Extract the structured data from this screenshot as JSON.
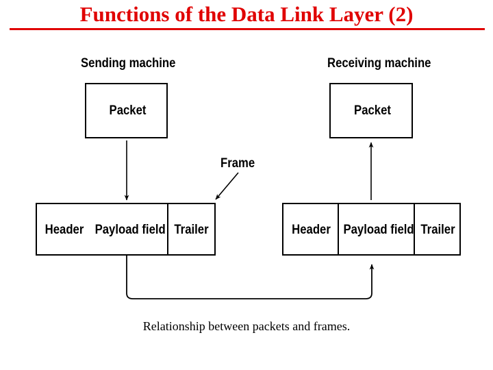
{
  "slide": {
    "title": "Functions of the Data Link Layer (2)",
    "title_color": "#e00000",
    "caption": "Relationship between packets and frames.",
    "background": "#ffffff",
    "line_color": "#000000"
  },
  "diagram": {
    "type": "block-diagram",
    "sending": {
      "machine_label": "Sending machine",
      "packet_label": "Packet",
      "frame_label": "Frame",
      "frame_fields": [
        "Header",
        "Payload field",
        "Trailer"
      ]
    },
    "receiving": {
      "machine_label": "Receiving machine",
      "packet_label": "Packet",
      "frame_fields": [
        "Header",
        "Payload field",
        "Trailer"
      ]
    },
    "connectors": [
      {
        "name": "packet-to-frame-down-arrow",
        "direction": "down"
      },
      {
        "name": "frame-label-pointer-arrow",
        "direction": "down-left"
      },
      {
        "name": "frame-to-frame-transmission-arrow",
        "direction": "right-then-up"
      },
      {
        "name": "frame-to-packet-up-arrow",
        "direction": "up"
      }
    ]
  }
}
